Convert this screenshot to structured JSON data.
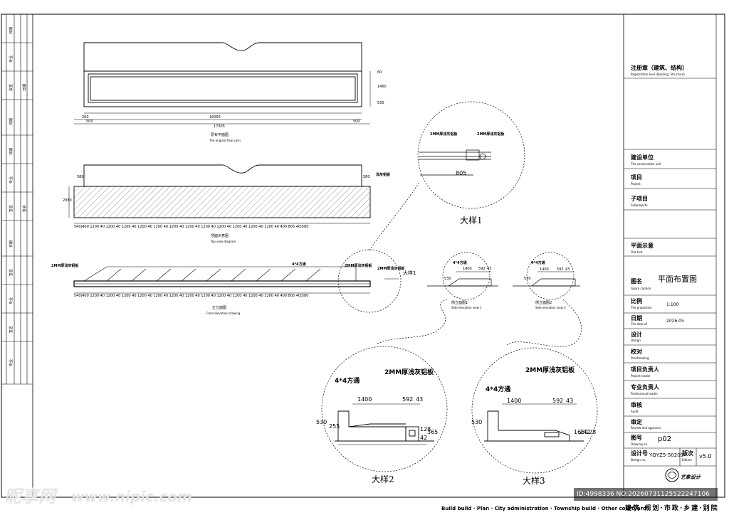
{
  "title_block": {
    "registration_seal": {
      "cn": "注册章（建筑、结构）",
      "en": "Registration Seal (Building, Structure)"
    },
    "construction_unit": {
      "cn": "建设单位",
      "en": "The construction unit"
    },
    "project": {
      "cn": "项目",
      "en": "Project"
    },
    "subproject": {
      "cn": "子项目",
      "en": "Subprojects"
    },
    "plan_hint": {
      "cn": "平面示意",
      "en": "Flat hint"
    },
    "figure_caption": {
      "cn": "图名",
      "en": "Figure caption",
      "value": "平面布置图"
    },
    "proportion": {
      "cn": "比例",
      "en": "The proportion",
      "value": "1:100"
    },
    "date": {
      "cn": "日期",
      "en": "The date of",
      "value": "2026.05"
    },
    "design": {
      "cn": "设计",
      "en": "Design"
    },
    "proofreading": {
      "cn": "校对",
      "en": "Proofreading"
    },
    "project_leader": {
      "cn": "项目负责人",
      "en": "Project leader"
    },
    "professional_leader": {
      "cn": "专业负责人",
      "en": "Professional leader"
    },
    "audit": {
      "cn": "审核",
      "en": "Audit"
    },
    "review": {
      "cn": "审定",
      "en": "Review and approval"
    },
    "drawing_no": {
      "cn": "图号",
      "en": "Drawing no.",
      "value": "p02"
    },
    "design_no": {
      "cn": "设计号",
      "en": "Design no.",
      "value": "YQYZ5-50209"
    },
    "edition": {
      "cn": "版次",
      "en": "Edition",
      "value": "v5.0"
    },
    "logo_text": "艺象设计"
  },
  "drawings": {
    "original_plan": {
      "caption": "原有平面图",
      "sub": "The original floor plan",
      "dim_total": "17005",
      "dim_inner": "16005",
      "dim_left": "200",
      "dim_left2": "500",
      "dim_right": "500",
      "dim_h1": "60",
      "dim_h2": "1460",
      "dim_h3": "530"
    },
    "top_view": {
      "caption": "顶面示意图",
      "sub": "Top view diagram",
      "note": "浅灰铝板",
      "dim_top": "580",
      "dim_right": "580",
      "dim_h": "2080",
      "dims": "540|400  1200  40  1200  40  1200  40  1200  40  1200  40  1200  40  1200  40  1200  40  1200  40  1200  40  1200  40  1200  40  400  805  40|580"
    },
    "front_elev": {
      "caption": "正立面图",
      "sub": "Front elevation drawing",
      "note_left": "2MM厚浅灰铝板",
      "note_mid": "4*4方通",
      "note_right": "2MM厚浅灰铝板",
      "note_r2": "2MM厚浅灰铝板",
      "detail_ref": "大样1",
      "dims": "540|400  1200  40  1200  40  1200  40  1200  40  1200  40  1200  40  1200  40  1200  40  1200  40  1200  40  1200  40  1200  40  400  805  40|580"
    },
    "side_a": {
      "caption": "侧立面图1",
      "sub": "Side elevation view 1",
      "note": "4*4方通",
      "d1": "1400",
      "d2": "592",
      "d3": "43",
      "d4": "530"
    },
    "side_b": {
      "caption": "侧立面图2",
      "sub": "Side elevation view 2",
      "note": "4*4方通",
      "d1": "1400",
      "d2": "592",
      "d3": "43",
      "d4": "530"
    },
    "detail1": {
      "label": "大样1",
      "note1": "2MM厚浅灰铝板",
      "note2": "2MM厚浅灰铝板",
      "dim": "805"
    },
    "detail2": {
      "label": "大样2",
      "note1": "4*4方通",
      "note2": "2MM厚浅灰铝板",
      "d1": "1400",
      "d2": "592",
      "d3": "43",
      "h1": "530",
      "h2": "255",
      "h3": "128",
      "h4": "365",
      "h5": "42"
    },
    "detail3": {
      "label": "大样3",
      "note1": "4*4方通",
      "note2": "2MM厚浅灰铝板",
      "d1": "1400",
      "d2": "592",
      "d3": "43",
      "h1": "530",
      "h2": "166",
      "h3": "242",
      "h4": "128"
    }
  },
  "left_strip": [
    "日期",
    "专业",
    "会签",
    "日期",
    "日期",
    "专业",
    "签名",
    "日期",
    "签名",
    "专业",
    "签名",
    "专业",
    "日期",
    "签名"
  ],
  "footer": {
    "en": "Build build · Plan · City administration · Township build · Other courtyard",
    "cn": "建筑·规划·市政·乡建·别院"
  },
  "watermark": {
    "logo": "昵享网",
    "url": "www.nipic.com",
    "id": "ID:4998336 NO:20260731125522247106"
  }
}
